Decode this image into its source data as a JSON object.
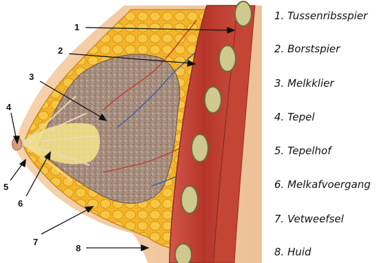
{
  "diagram": {
    "labels": [
      {
        "number": "1",
        "name": "Tussenribsspier"
      },
      {
        "number": "2",
        "name": "Borstspier"
      },
      {
        "number": "3",
        "name": "Melkklier"
      },
      {
        "number": "4",
        "name": "Tepel"
      },
      {
        "number": "5",
        "name": "Tepelhof"
      },
      {
        "number": "6",
        "name": "Melkafvoergang"
      },
      {
        "number": "7",
        "name": "Vetweefsel"
      },
      {
        "number": "8",
        "name": "Huid"
      }
    ],
    "legend": {
      "0": "1. Tussenribsspier",
      "1": "2. Borstspier",
      "2": "3. Melkklier",
      "3": "4. Tepel",
      "4": "5. Tepelhof",
      "5": "6. Melkafvoergang",
      "6": "7. Vetweefsel",
      "7": "8. Huid"
    }
  },
  "colors": {
    "skin": "#f2c79a",
    "fat": "#f0b323",
    "gland": "#b39a8a",
    "muscle": "#b83a2c",
    "rib": "#cfc98f",
    "lines": "#111111"
  }
}
